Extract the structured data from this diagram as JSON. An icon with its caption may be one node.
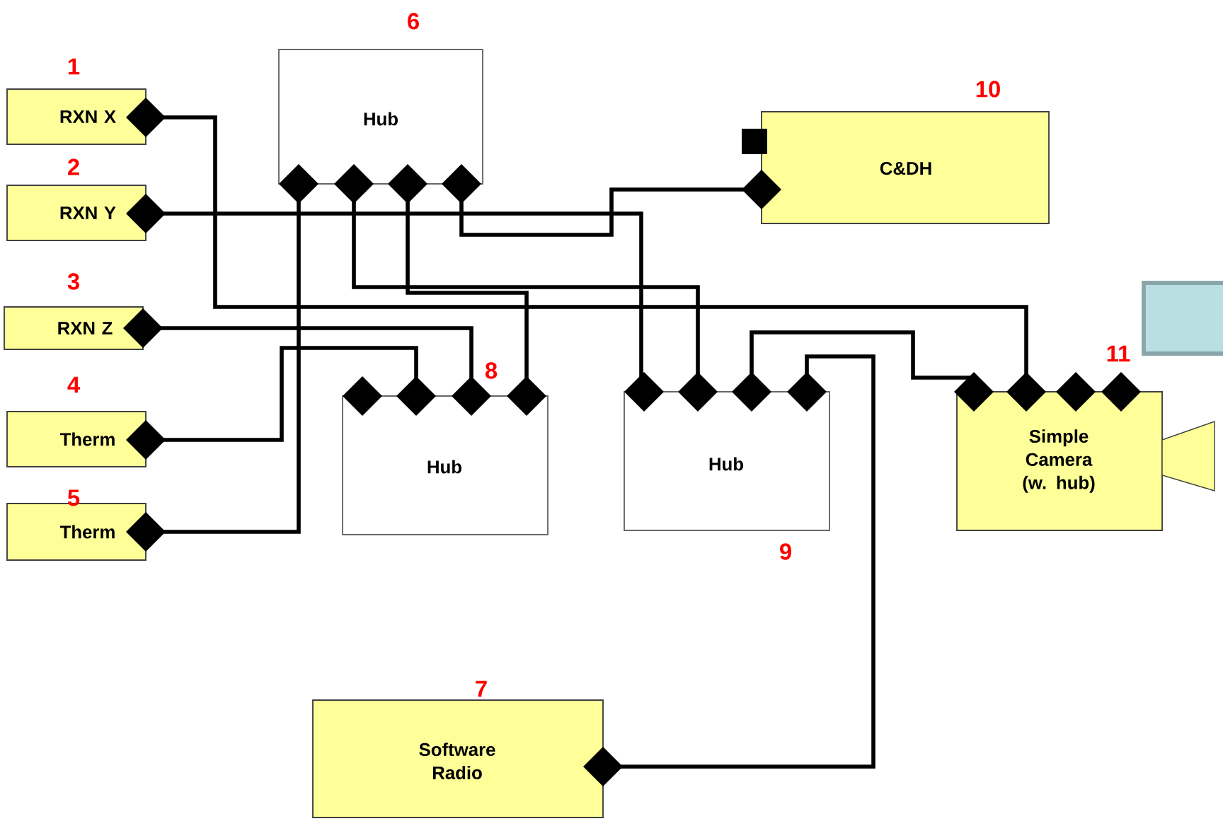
{
  "diagram": {
    "nodes": [
      {
        "text": [
          "RXN X"
        ],
        "beside": [
          "1"
        ]
      },
      {
        "text": [
          "RXN Y"
        ],
        "beside": [
          "2"
        ]
      },
      {
        "text": [
          "RXN Z"
        ],
        "beside": [
          "3"
        ]
      },
      {
        "text": [
          "Therm"
        ],
        "beside": [
          "4"
        ]
      },
      {
        "text": [
          "Therm"
        ],
        "beside": [
          "5"
        ]
      },
      {
        "text": [
          "Hub"
        ],
        "beside": [
          "6"
        ]
      },
      {
        "text": [
          "C&DH"
        ],
        "beside": [
          "10"
        ]
      },
      {
        "text": [
          "Hub"
        ],
        "beside": [
          "8"
        ]
      },
      {
        "text": [
          "Hub"
        ],
        "beside": [
          "9"
        ]
      },
      {
        "text": [
          "Simple Camera (w. hub)"
        ],
        "beside": [
          "11"
        ]
      },
      {
        "text": [
          "Software Radio"
        ],
        "beside": [
          "7"
        ]
      }
    ],
    "edges": [
      {
        "from": 0,
        "to": 9,
        "arrow": "none"
      },
      {
        "from": 1,
        "to": 8,
        "arrow": "none"
      },
      {
        "from": 2,
        "to": 7,
        "arrow": "none"
      },
      {
        "from": 3,
        "to": 7,
        "arrow": "none"
      },
      {
        "from": 4,
        "to": 5,
        "arrow": "none"
      },
      {
        "from": 5,
        "to": 6,
        "arrow": "none"
      },
      {
        "from": 5,
        "to": 8,
        "arrow": "none"
      },
      {
        "from": 5,
        "to": 7,
        "arrow": "none"
      },
      {
        "from": 8,
        "to": 9,
        "arrow": "none"
      },
      {
        "from": 8,
        "to": 10,
        "arrow": "none"
      }
    ]
  }
}
